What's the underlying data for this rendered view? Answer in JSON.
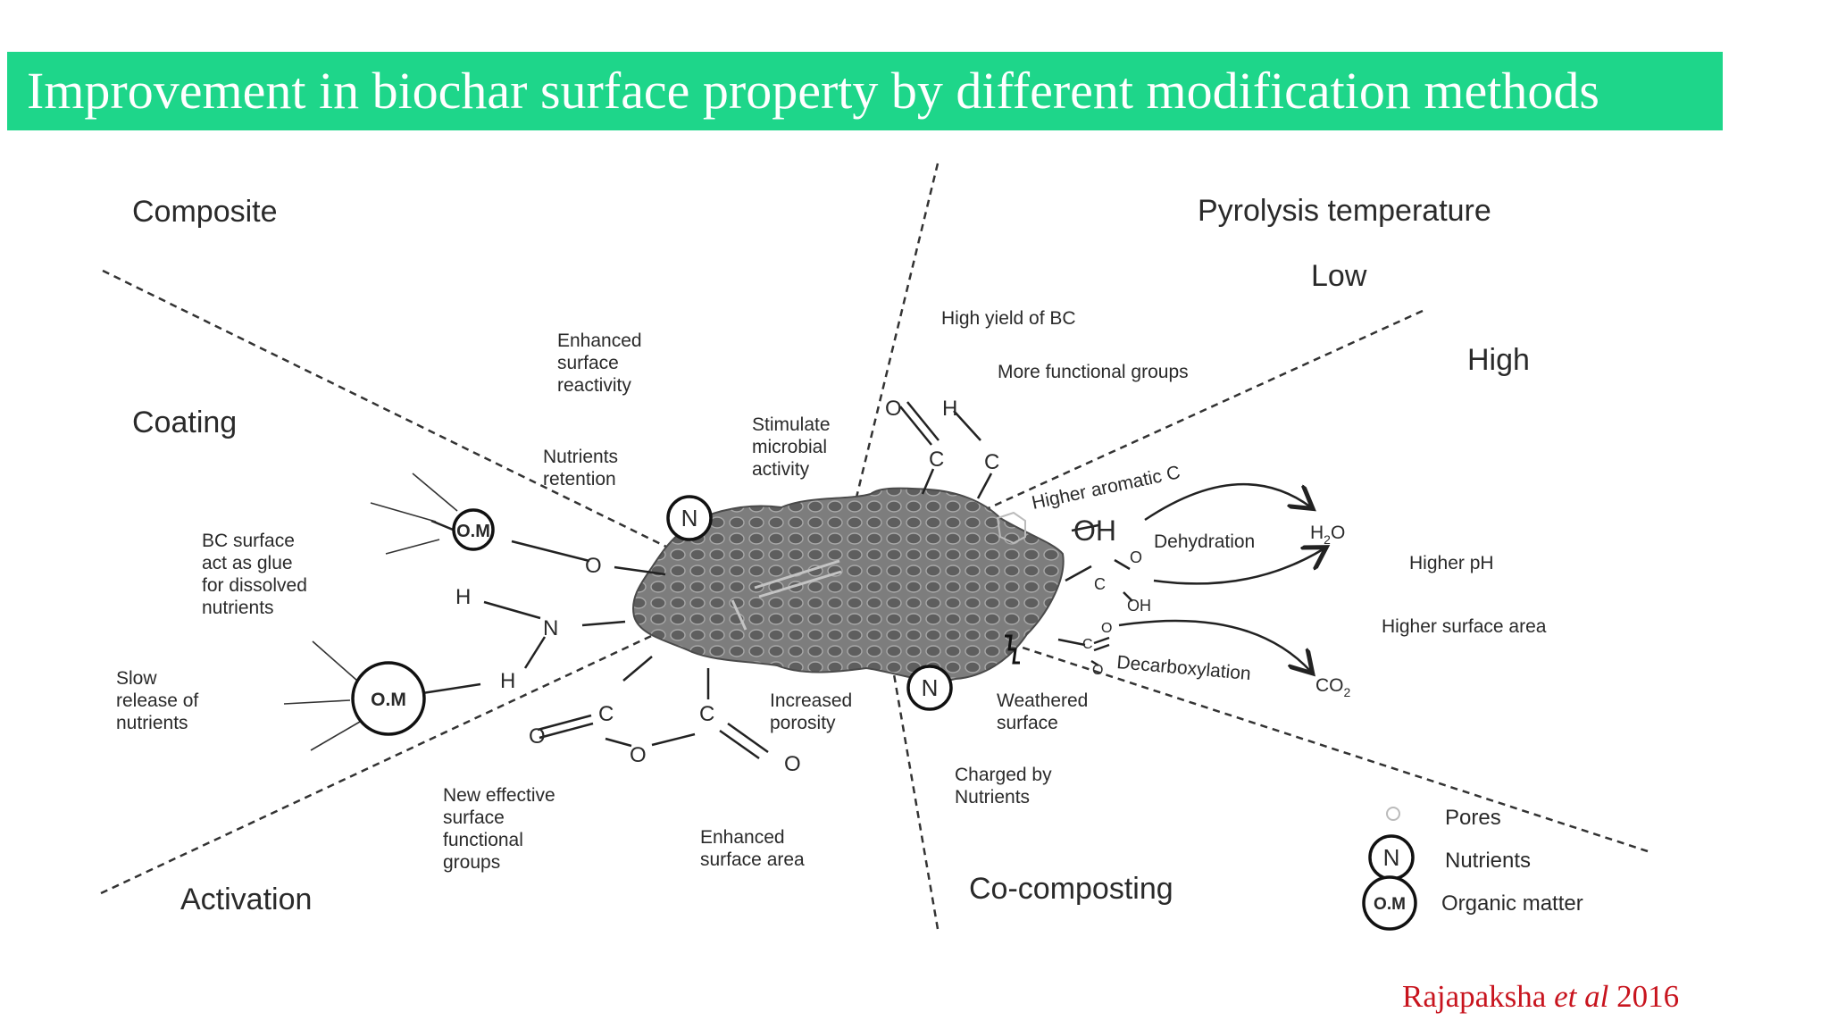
{
  "title": "Improvement in biochar surface property by different modification methods",
  "citation": {
    "author": "Rajapaksha",
    "etal": "et al",
    "year": "2016"
  },
  "sectors": {
    "composite": "Composite",
    "pyrolysis": "Pyrolysis temperature",
    "low": "Low",
    "high": "High",
    "coating": "Coating",
    "activation": "Activation",
    "cocomposting": "Co-composting"
  },
  "effects": {
    "enhanced_reactivity": [
      "Enhanced",
      "surface",
      "reactivity"
    ],
    "nutrients_retention": [
      "Nutrients",
      "retention"
    ],
    "stimulate": [
      "Stimulate",
      "microbial",
      "activity"
    ],
    "high_yield": "High yield of BC",
    "more_fg": "More functional groups",
    "higher_aromatic": "Higher aromatic C",
    "dehydration": "Dehydration",
    "decarboxylation": "Decarboxylation",
    "higher_ph": "Higher pH",
    "higher_sa": "Higher surface area",
    "bc_glue": [
      "BC surface",
      "act as glue",
      "for dissolved",
      "nutrients"
    ],
    "slow_release": [
      "Slow",
      "release of",
      "nutrients"
    ],
    "increased_porosity": [
      "Increased",
      "porosity"
    ],
    "weathered": [
      "Weathered",
      "surface"
    ],
    "charged": [
      "Charged by",
      "Nutrients"
    ],
    "new_fg": [
      "New effective",
      "surface",
      "functional",
      "groups"
    ],
    "enhanced_sa": [
      "Enhanced",
      "surface area"
    ]
  },
  "chem": {
    "om": "O.M",
    "n": "N",
    "o": "O",
    "h": "H",
    "c": "C",
    "oh": "OH",
    "h2o_main": "H",
    "h2o_sub": "2",
    "h2o_end": "O",
    "co2_main": "CO",
    "co2_sub": "2"
  },
  "legend": {
    "pores": "Pores",
    "nutrients": "Nutrients",
    "organic_matter": "Organic matter"
  }
}
